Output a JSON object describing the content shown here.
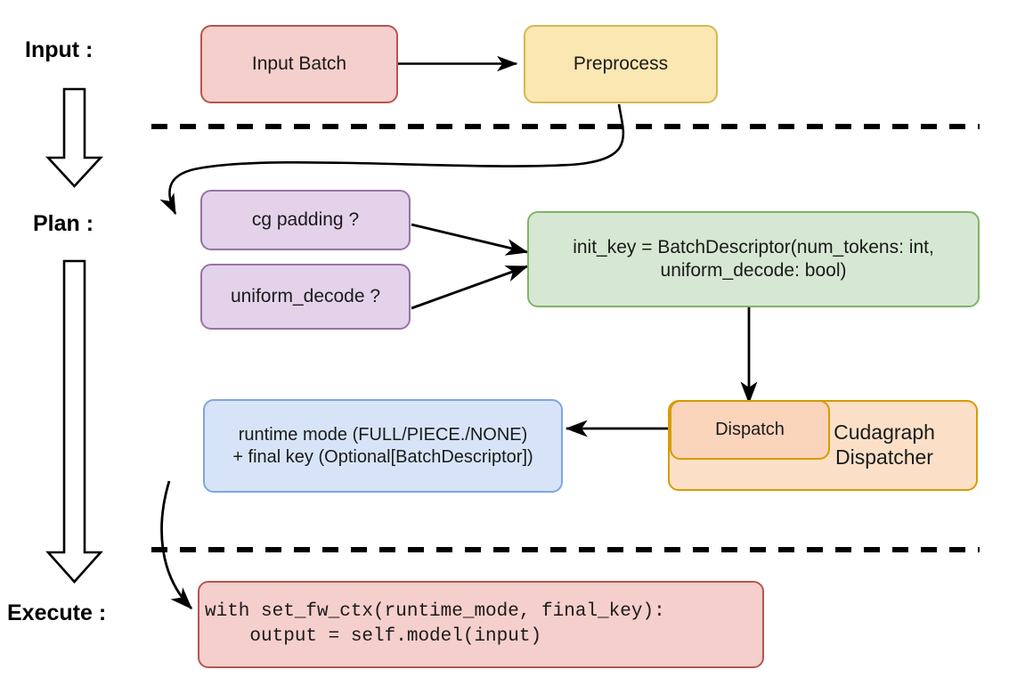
{
  "diagram": {
    "title": "vLLM cudagraph dispatch pipeline",
    "stages": [
      {
        "id": "input",
        "label": "Input :"
      },
      {
        "id": "plan",
        "label": "Plan :"
      },
      {
        "id": "execute",
        "label": "Execute :"
      }
    ],
    "nodes": {
      "input_batch": {
        "label": "Input Batch",
        "color": "#f5cfcc",
        "border": "#b85450"
      },
      "preprocess": {
        "label": "Preprocess",
        "color": "#fbe7b2",
        "border": "#d6b656"
      },
      "cg_padding": {
        "label": "cg padding ?",
        "color": "#e4d2ea",
        "border": "#9673a6"
      },
      "uniform_decode": {
        "label": "uniform_decode ?",
        "color": "#e4d2ea",
        "border": "#9673a6"
      },
      "init_key": {
        "line1": "init_key = BatchDescriptor(num_tokens: int,",
        "line2": "uniform_decode: bool)",
        "color": "#d6e8d3",
        "border": "#82b366"
      },
      "runtime_mode": {
        "line1": "runtime mode (FULL/PIECE./NONE)",
        "line2": "+ final key (Optional[BatchDescriptor])",
        "color": "#d7e4f8",
        "border": "#7ea6e0"
      },
      "cudagraph_dispatcher": {
        "label": "Cudagraph\nDispatcher",
        "color": "#fbe0c7",
        "border": "#d79b00"
      },
      "dispatch": {
        "label": "Dispatch",
        "color": "#fad4bb",
        "border": "#d79b00"
      },
      "execute_code": {
        "line1": "with set_fw_ctx(runtime_mode, final_key):",
        "line2": "    output = self.model(input)",
        "color": "#f5cfcc",
        "border": "#b85450"
      }
    },
    "separators": [
      {
        "id": "input-plan-divider",
        "style": "dashed"
      },
      {
        "id": "plan-execute-divider",
        "style": "dashed"
      }
    ],
    "edges": [
      {
        "from": "input_batch",
        "to": "preprocess",
        "style": "straight"
      },
      {
        "from": "preprocess",
        "to": "cg_padding",
        "style": "curved"
      },
      {
        "from": "cg_padding",
        "to": "init_key",
        "style": "straight"
      },
      {
        "from": "uniform_decode",
        "to": "init_key",
        "style": "straight"
      },
      {
        "from": "init_key",
        "to": "dispatch",
        "style": "straight"
      },
      {
        "from": "dispatch",
        "to": "runtime_mode",
        "style": "straight"
      },
      {
        "from": "runtime_mode",
        "to": "execute_code",
        "style": "curved"
      }
    ],
    "flow_arrows": [
      {
        "id": "input-to-plan-block-arrow"
      },
      {
        "id": "plan-to-execute-block-arrow"
      }
    ]
  }
}
